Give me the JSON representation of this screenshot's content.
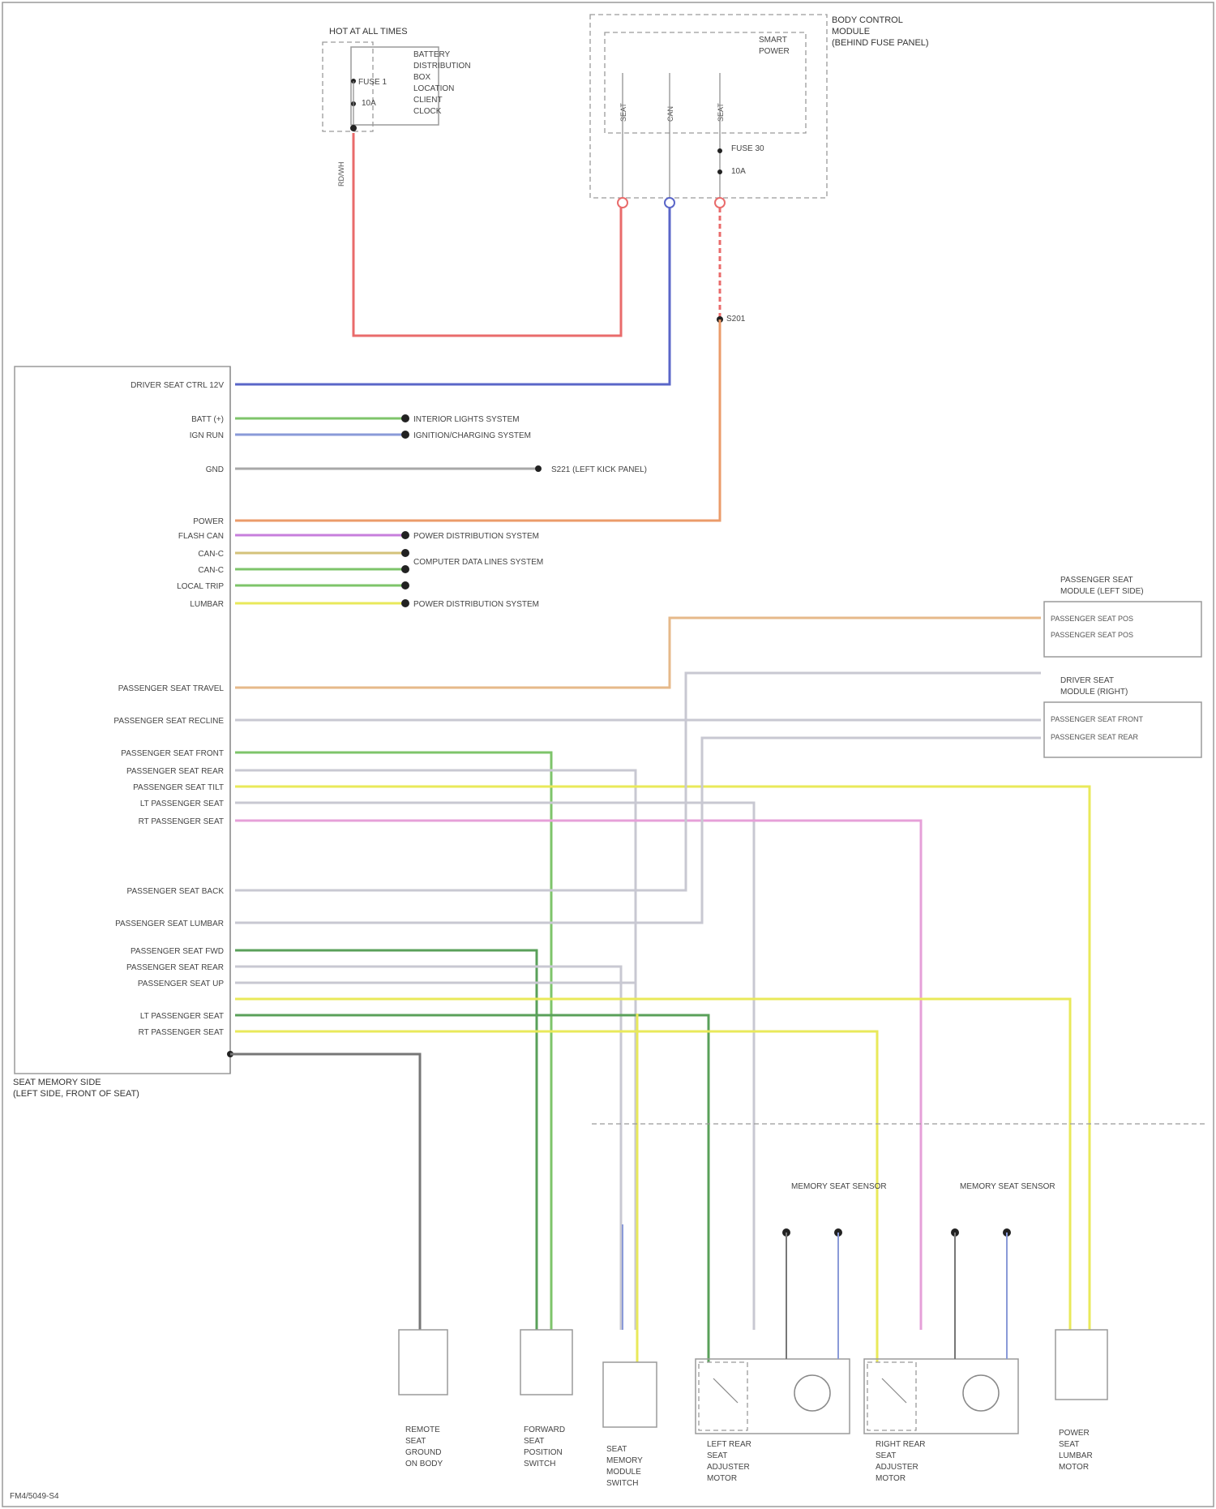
{
  "colors": {
    "red": "#e96b6b",
    "blue": "#5a66c8",
    "green": "#7ec46a",
    "light_blue": "#8a9ad8",
    "gray": "#a8a8a8",
    "orange": "#eb9b6a",
    "violet": "#c77fdc",
    "yellow": "#e9e95a",
    "tan": "#e6b98a",
    "pink": "#e6a0d8",
    "light_gray": "#c8c8d2",
    "dark_green": "#5aa05a",
    "dark_gray": "#777777"
  },
  "top_left_box": {
    "title": "HOT AT ALL TIMES",
    "lines": [
      "BATTERY",
      "DISTRIBUTION",
      "BOX",
      "LOCATION",
      "CLIENT",
      "CLOCK"
    ],
    "fuse": "FUSE 1",
    "rating": "10A",
    "wire_label": "RD/WH"
  },
  "top_right_box": {
    "title_lines": [
      "BODY CONTROL",
      "MODULE",
      "(BEHIND FUSE PANEL)"
    ],
    "inner_label": [
      "SMART",
      "POWER"
    ],
    "fuse": "FUSE 30",
    "rating": "10A",
    "pins": [
      "SEAT",
      "CAN",
      "SEAT"
    ],
    "splice": "S201"
  },
  "left_module": {
    "name_lines": [
      "SEAT MEMORY SIDE",
      "(LEFT SIDE, FRONT OF SEAT)"
    ],
    "pin_labels": [
      "DRIVER SEAT CTRL 12V",
      "BATT (+)",
      "IGN RUN",
      "GND",
      "POWER",
      "FLASH CAN",
      "CAN-C",
      "CAN-C",
      "LOCAL TRIP",
      "LUMBAR",
      "PASSENGER SEAT TRAVEL",
      "PASSENGER SEAT RECLINE",
      "PASSENGER SEAT FRONT",
      "PASSENGER SEAT REAR",
      "PASSENGER SEAT TILT",
      "LT PASSENGER SEAT",
      "RT PASSENGER SEAT",
      "PASSENGER SEAT BACK",
      "PASSENGER SEAT LUMBAR",
      "PASSENGER SEAT FWD",
      "PASSENGER SEAT REAR",
      "PASSENGER SEAT UP",
      "LT PASSENGER SEAT",
      "RT PASSENGER SEAT"
    ]
  },
  "destinations": [
    "INTERIOR LIGHTS SYSTEM",
    "IGNITION/CHARGING SYSTEM",
    "POWER DISTRIBUTION SYSTEM",
    "COMPUTER DATA LINES SYSTEM",
    "POWER DISTRIBUTION SYSTEM",
    "S221 (LEFT KICK PANEL)"
  ],
  "right_connectors": [
    {
      "title": [
        "PASSENGER SEAT",
        "MODULE (LEFT SIDE)"
      ],
      "pins": [
        "PASSENGER SEAT POS",
        "PASSENGER SEAT POS"
      ]
    },
    {
      "title": [
        "DRIVER SEAT",
        "MODULE (RIGHT)"
      ],
      "pins": [
        "PASSENGER SEAT FRONT",
        "PASSENGER SEAT REAR"
      ]
    }
  ],
  "bottom_components": [
    {
      "label": [
        "REMOTE",
        "SEAT",
        "GROUND",
        "ON BODY"
      ]
    },
    {
      "label": [
        "FORWARD",
        "SEAT",
        "POSITION",
        "SWITCH"
      ]
    },
    {
      "label": [
        "SEAT",
        "MEMORY",
        "MODULE",
        "SWITCH"
      ]
    },
    {
      "label": [
        "LEFT REAR",
        "SEAT",
        "ADJUSTER",
        "MOTOR"
      ]
    },
    {
      "label": [
        "RIGHT REAR",
        "SEAT",
        "ADJUSTER",
        "MOTOR"
      ]
    },
    {
      "label": [
        "POWER",
        "SEAT",
        "LUMBAR",
        "MOTOR"
      ]
    }
  ],
  "motor_labels": [
    "MEMORY SEAT SENSOR",
    "MEMORY SEAT SENSOR"
  ],
  "footer_code": "FM4/5049-S4"
}
